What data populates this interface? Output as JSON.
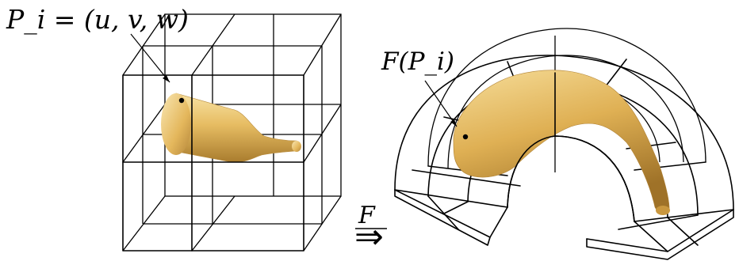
{
  "labels": {
    "point_original": "P_i = (u, v, w)",
    "point_deformed": "F(P_i)",
    "map_symbol": "F",
    "arrow": "⇒"
  },
  "colors": {
    "lattice": "#000000",
    "object_light": "#f6dc96",
    "object_mid": "#e2b55a",
    "object_dark": "#a67a2c",
    "background": "#ffffff"
  }
}
